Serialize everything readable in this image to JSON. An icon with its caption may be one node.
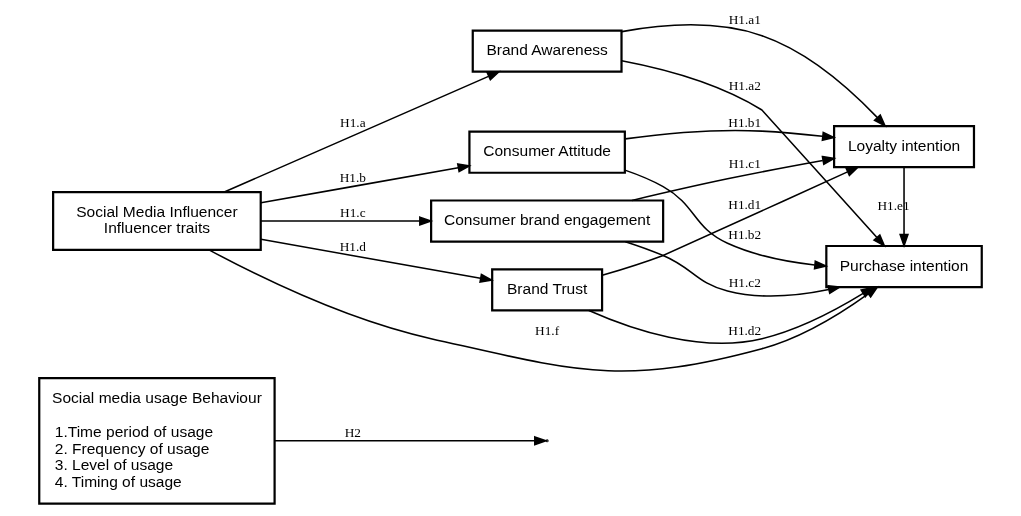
{
  "diagram": {
    "nodes": [
      {
        "text": [
          "Social media usage Behaviour",
          "1.Time period of usage",
          "2. Frequency of usage",
          "3. Level of usage",
          "4. Timing of usage"
        ]
      },
      {
        "text": [
          "Social Media Influencer",
          "Influencer traits"
        ]
      },
      {
        "text": [
          "Brand Awareness"
        ]
      },
      {
        "text": [
          "Consumer Attitude"
        ]
      },
      {
        "text": [
          "Consumer brand engagement"
        ]
      },
      {
        "text": [
          "Brand Trust"
        ]
      },
      {
        "text": [
          "Loyalty intention"
        ]
      },
      {
        "text": [
          "Purchase intention"
        ]
      }
    ],
    "edges": [
      {
        "from": 0,
        "to": null,
        "arrow": "to",
        "label": "H2"
      },
      {
        "from": 1,
        "to": 2,
        "arrow": "to",
        "label": "H1.a"
      },
      {
        "from": 1,
        "to": 3,
        "arrow": "to",
        "label": "H1.b"
      },
      {
        "from": 1,
        "to": 4,
        "arrow": "to",
        "label": "H1.c"
      },
      {
        "from": 1,
        "to": 5,
        "arrow": "to",
        "label": "H1.d"
      },
      {
        "from": 2,
        "to": 6,
        "arrow": "to",
        "label": "H1.a1"
      },
      {
        "from": 2,
        "to": 7,
        "arrow": "to",
        "label": "H1.a2"
      },
      {
        "from": 3,
        "to": 6,
        "arrow": "to",
        "label": "H1.b1"
      },
      {
        "from": 3,
        "to": 7,
        "arrow": "to",
        "label": "H1.b2"
      },
      {
        "from": 4,
        "to": 6,
        "arrow": "to",
        "label": "H1.c1"
      },
      {
        "from": 4,
        "to": 7,
        "arrow": "to",
        "label": "H1.c2"
      },
      {
        "from": 5,
        "to": 6,
        "arrow": "to",
        "label": "H1.d1"
      },
      {
        "from": 5,
        "to": 7,
        "arrow": "to",
        "label": "H1.d2"
      },
      {
        "from": 6,
        "to": 7,
        "arrow": "to",
        "label": "H1.e1"
      },
      {
        "from": 1,
        "to": 7,
        "arrow": "to",
        "label": "H1.f"
      }
    ]
  }
}
